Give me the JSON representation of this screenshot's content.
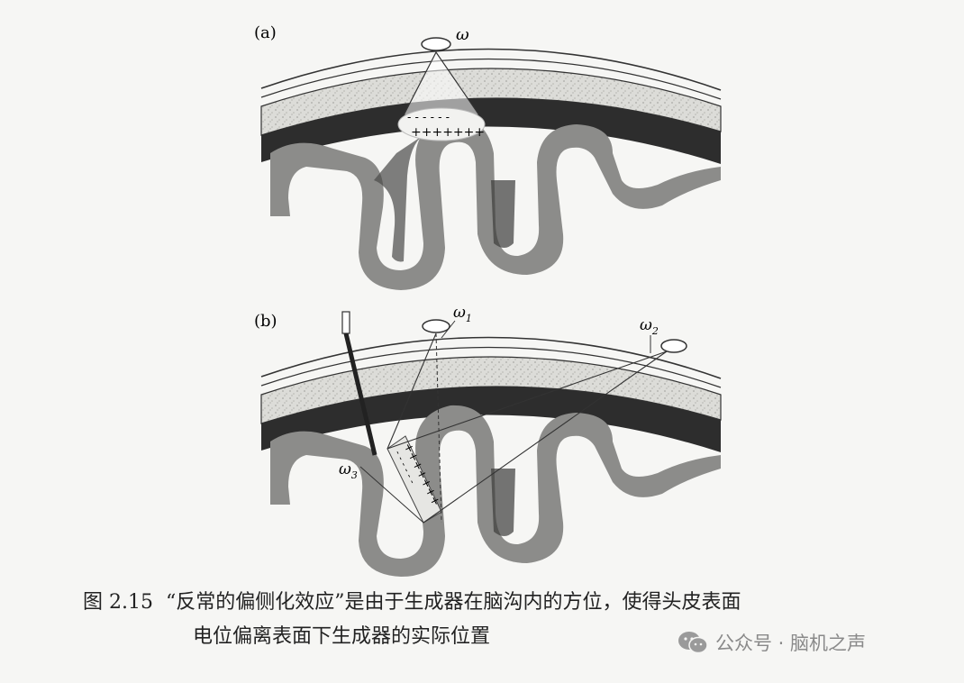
{
  "figure": {
    "panel_a": {
      "label": "(a)",
      "electrode": "ω"
    },
    "panel_b": {
      "label": "(b)",
      "electrode_1": {
        "base": "ω",
        "sub": "1"
      },
      "electrode_2": {
        "base": "ω",
        "sub": "2"
      },
      "electrode_3": {
        "base": "ω",
        "sub": "3"
      }
    },
    "plus_signs": "+++++++",
    "minus_signs": "- - - - - -"
  },
  "caption": {
    "number": "图 2.15",
    "line1": "“反常的偏侧化效应”是由于生成器在脑沟内的方位，使得头皮表面",
    "line2": "电位偏离表面下生成器的实际位置"
  },
  "watermark": {
    "text": "公众号 · 脑机之声"
  }
}
